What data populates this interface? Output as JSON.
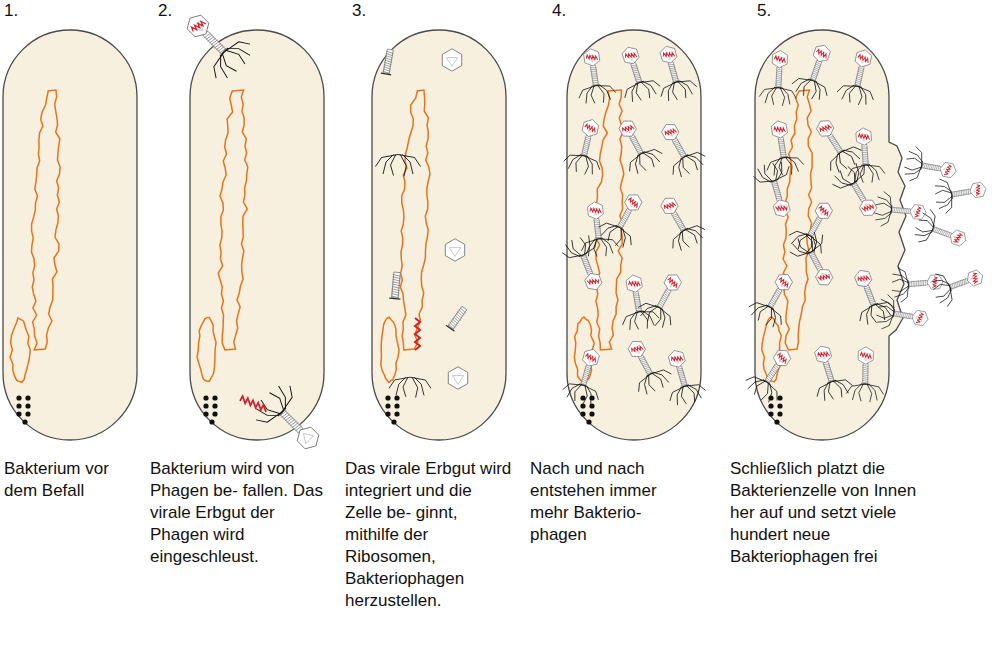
{
  "diagram": {
    "labels": [
      "1.",
      "Bakterium vor dem Befall",
      "2.",
      "Bakterium wird von Phagen be- fallen. Das virale Erbgut der Phagen wird eingeschleust.",
      "3.",
      "Das virale Erbgut wird integriert und die Zelle be- ginnt, mithilfe der Ribosomen, Bakteriophagen herzustellen.",
      "4.",
      "Nach und nach entstehen immer mehr Bakterio- phagen",
      "5.",
      "Schließlich platzt die Bakterienzelle von Innen her auf und setzt viele hundert neue Bakteriophagen frei"
    ]
  }
}
